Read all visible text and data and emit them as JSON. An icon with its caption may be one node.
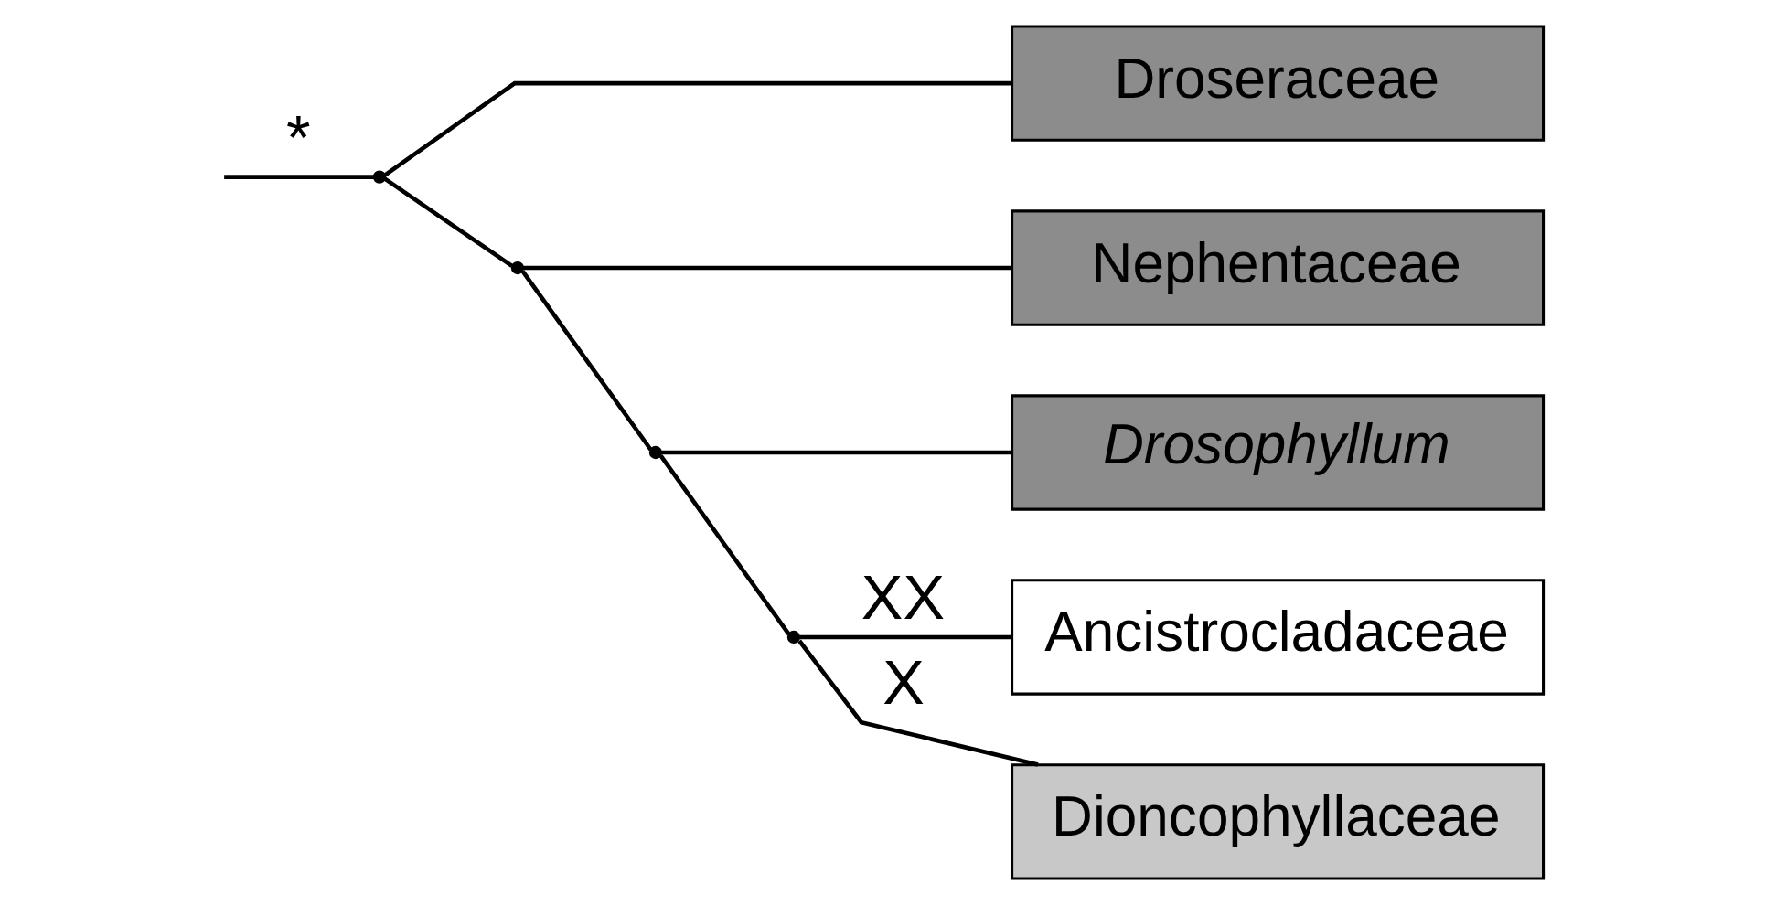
{
  "diagram": {
    "nodes": [
      {
        "text": [
          "Nephentaceae"
        ]
      },
      {
        "text": [
          "Ancistrocladaceae"
        ]
      },
      {
        "text": [
          "Dioncophyllaceae"
        ]
      },
      {
        "text": [
          "Drosophyllum"
        ]
      },
      {
        "text": [
          "Droseraceae"
        ]
      },
      {
        "text": [],
        "shape": "point"
      },
      {
        "text": [],
        "shape": "point"
      },
      {
        "text": [],
        "shape": "point"
      },
      {
        "text": [],
        "shape": "point"
      }
    ],
    "edges": [
      {
        "from": null,
        "to": 5,
        "arrow": "none",
        "label": "*"
      },
      {
        "from": 5,
        "to": 6,
        "arrow": "none"
      },
      {
        "from": 5,
        "to": 4,
        "arrow": "none"
      },
      {
        "from": 6,
        "to": 0,
        "arrow": "none"
      },
      {
        "from": 6,
        "to": 7,
        "arrow": "none"
      },
      {
        "from": 7,
        "to": 8,
        "arrow": "none"
      },
      {
        "from": 7,
        "to": 3,
        "arrow": "none"
      },
      {
        "from": 8,
        "to": 1,
        "arrow": "none",
        "label": "XX"
      },
      {
        "from": 8,
        "to": 2,
        "arrow": "none",
        "label": "X"
      }
    ]
  }
}
